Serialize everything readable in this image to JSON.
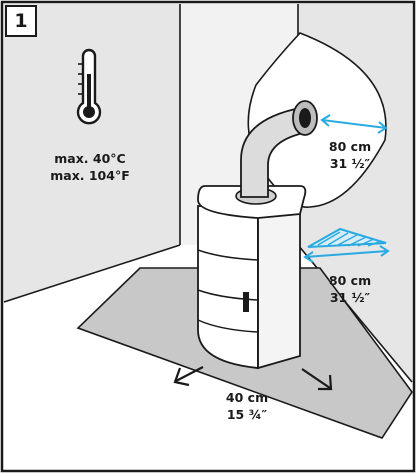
{
  "step_number": "1",
  "colors": {
    "wall": "#e6e6e6",
    "floor_plate": "#c8c8c8",
    "outline": "#1a1a1a",
    "accent": "#29aae2"
  },
  "icons": [
    "thermometer-icon",
    "arrow-left-down-icon",
    "arrow-right-down-icon",
    "hatched-clearance-triangle-icon"
  ],
  "temperature": {
    "celsius": "max. 40°C",
    "fahrenheit": "max. 104°F"
  },
  "clearance_pipe": {
    "metric": "80 cm",
    "imperial": "31 ½″"
  },
  "clearance_side": {
    "metric": "80 cm",
    "imperial": "31 ½″"
  },
  "clearance_floor": {
    "metric": "40 cm",
    "imperial": "15 ¾″"
  }
}
